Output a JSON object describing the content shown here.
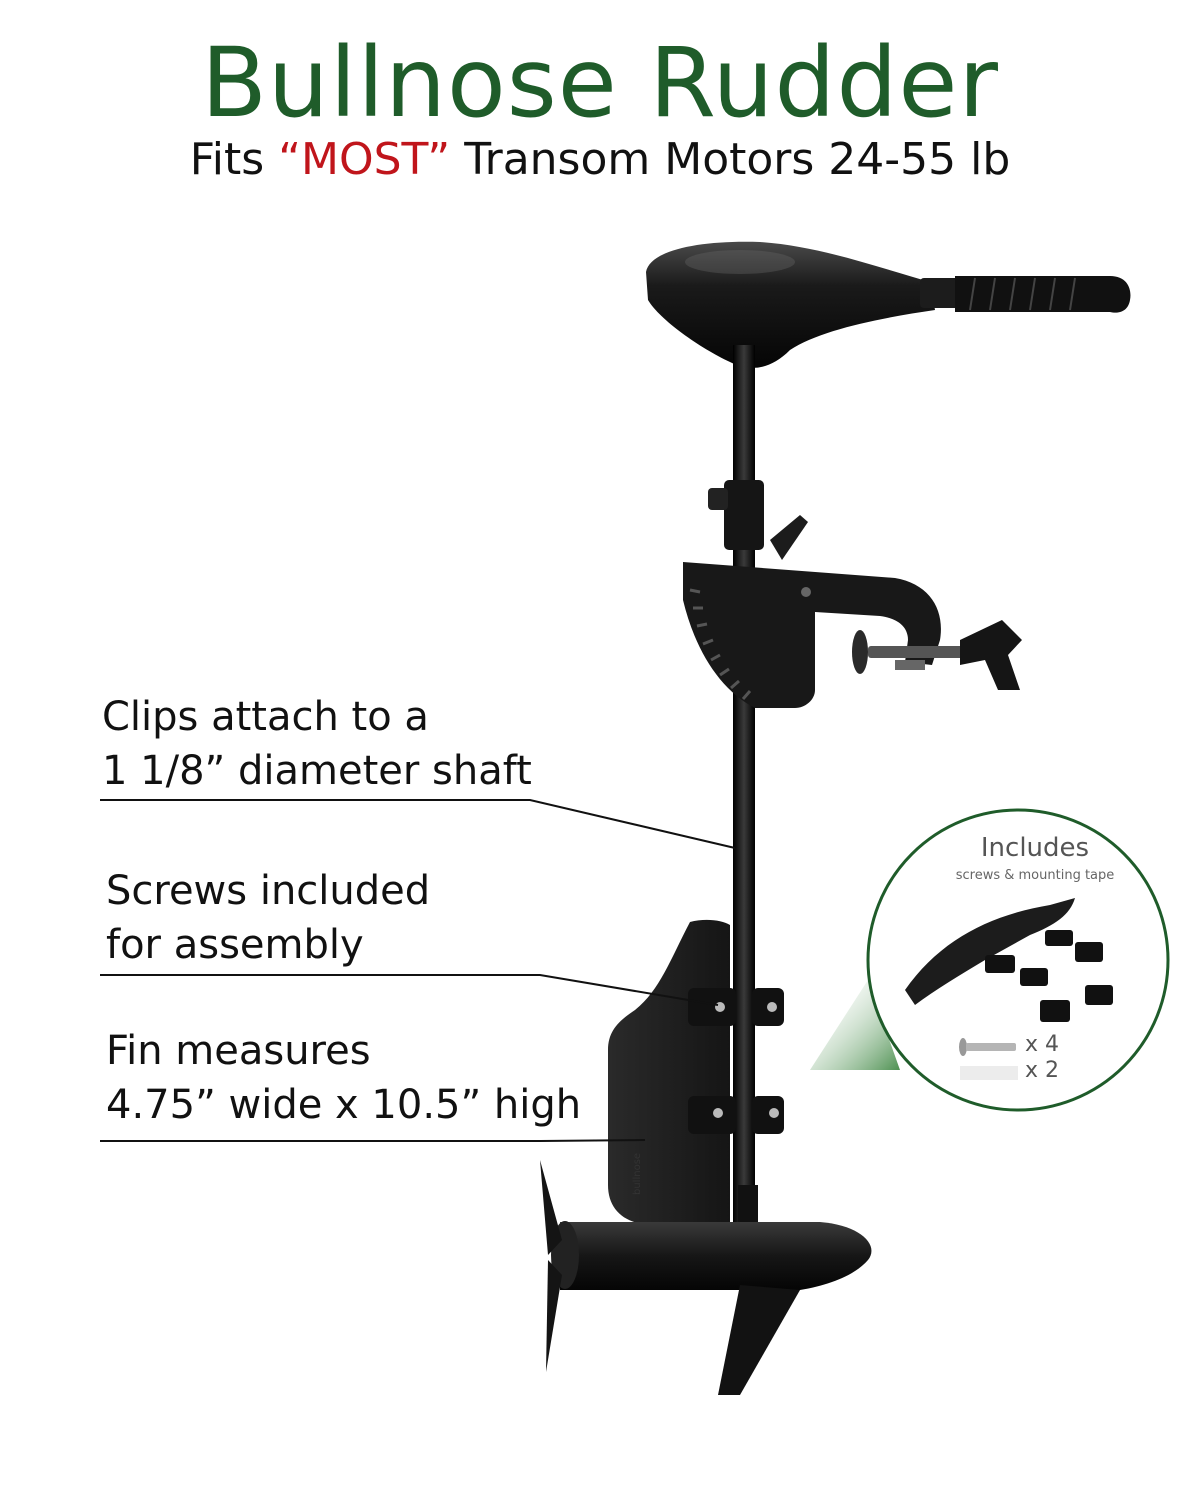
{
  "header": {
    "title": "Bullnose Rudder",
    "subtitle_prefix": "Fits ",
    "subtitle_highlight": "“MOST”",
    "subtitle_suffix": " Transom Motors 24-55 lb"
  },
  "callouts": [
    {
      "line1": "Clips attach to a",
      "line2": "1 1/8” diameter shaft"
    },
    {
      "line1": "Screws included",
      "line2": "for assembly"
    },
    {
      "line1": "Fin measures",
      "line2": "4.75” wide x 10.5” high"
    }
  ],
  "includes": {
    "title": "Includes",
    "subtitle": "screws & mounting tape",
    "screws_qty": "x 4",
    "tape_qty": "x 2"
  },
  "colors": {
    "title_green": "#1f5c2a",
    "highlight_red": "#c0151b",
    "motor_black": "#141414",
    "circle_border": "#1f5c2a"
  },
  "icons": [
    "trolling-motor",
    "rudder-fin",
    "screw-icon",
    "tape-icon"
  ]
}
